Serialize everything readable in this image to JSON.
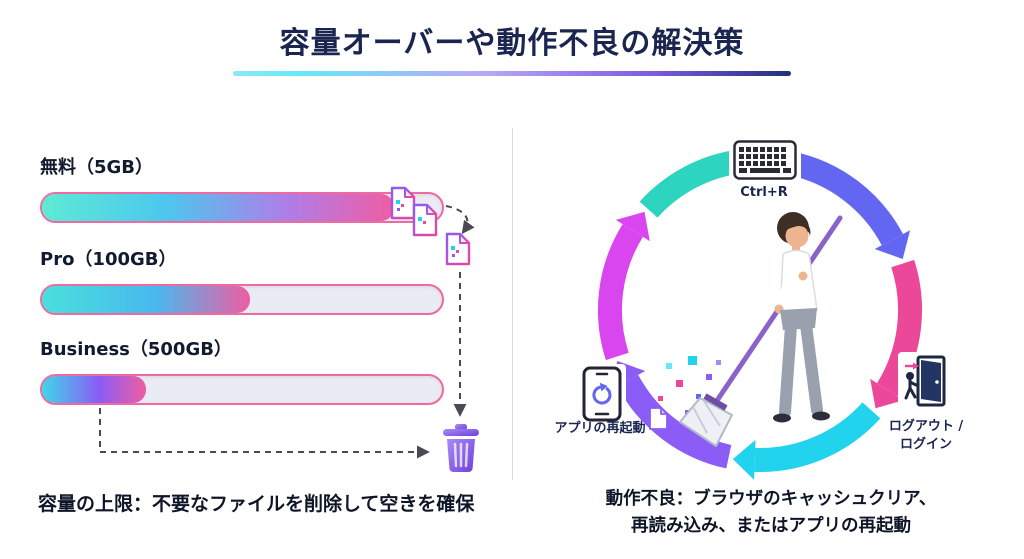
{
  "title": "容量オーバーや動作不良の解決策",
  "capacity_section": {
    "plans": [
      {
        "label": "無料（5GB）",
        "used_percent": 88
      },
      {
        "label": "Pro（100GB）",
        "used_percent": 52
      },
      {
        "label": "Business（500GB）",
        "used_percent": 26
      }
    ],
    "caption": "容量の上限：不要なファイルを削除して空きを確保"
  },
  "troubleshoot_section": {
    "reload_label": "Ctrl+R",
    "logout_label_line1": "ログアウト /",
    "logout_label_line2": "ログイン",
    "app_restart_label": "アプリの再起動",
    "caption_line1": "動作不良：ブラウザのキャッシュクリア、",
    "caption_line2": "再読み込み、またはアプリの再起動"
  },
  "icons": {
    "keyboard": "keyboard-icon",
    "phone_restart": "phone-restart-icon",
    "logout_door": "logout-door-icon",
    "trash": "trash-icon",
    "file": "file-icon",
    "center_illustration": "person-sweeping-illustration"
  },
  "colors": {
    "accent_teal": "#2dd4bf",
    "accent_cyan": "#22d3ee",
    "accent_indigo": "#6366f1",
    "accent_purple": "#8b5cf6",
    "accent_fuchsia": "#d946ef",
    "accent_pink": "#ec4899",
    "bar_border": "#f0699f",
    "bar_track": "#eaecf5",
    "title_text": "#1a2550"
  }
}
